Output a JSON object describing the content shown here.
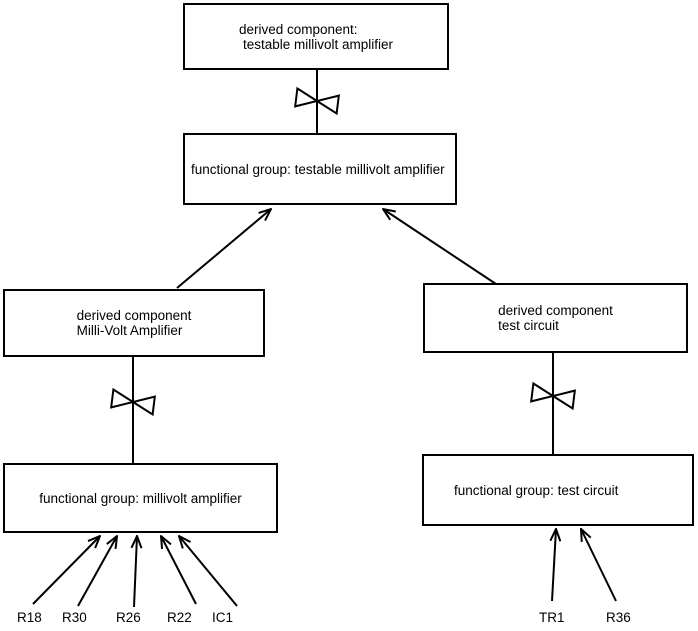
{
  "colors": {
    "background": "#ffffff",
    "line": "#000000",
    "text": "#000000"
  },
  "icons": {
    "connector": "bowtie-icon",
    "arrowhead": "open-arrow-icon"
  },
  "nodes": {
    "derived_testable": {
      "lines": [
        "derived component:",
        "testable millivolt amplifier"
      ]
    },
    "fg_testable": {
      "lines": [
        "functional group: testable millivolt amplifier"
      ]
    },
    "derived_millivolt": {
      "lines": [
        "derived component",
        "Milli-Volt Amplifier"
      ]
    },
    "fg_millivolt": {
      "lines": [
        "functional group: millivolt amplifier"
      ]
    },
    "derived_test": {
      "lines": [
        "derived component",
        "test circuit"
      ]
    },
    "fg_test": {
      "lines": [
        "functional group: test circuit"
      ]
    }
  },
  "components": {
    "left": [
      "R18",
      "R30",
      "R26",
      "R22",
      "IC1"
    ],
    "right": [
      "TR1",
      "R36"
    ]
  }
}
